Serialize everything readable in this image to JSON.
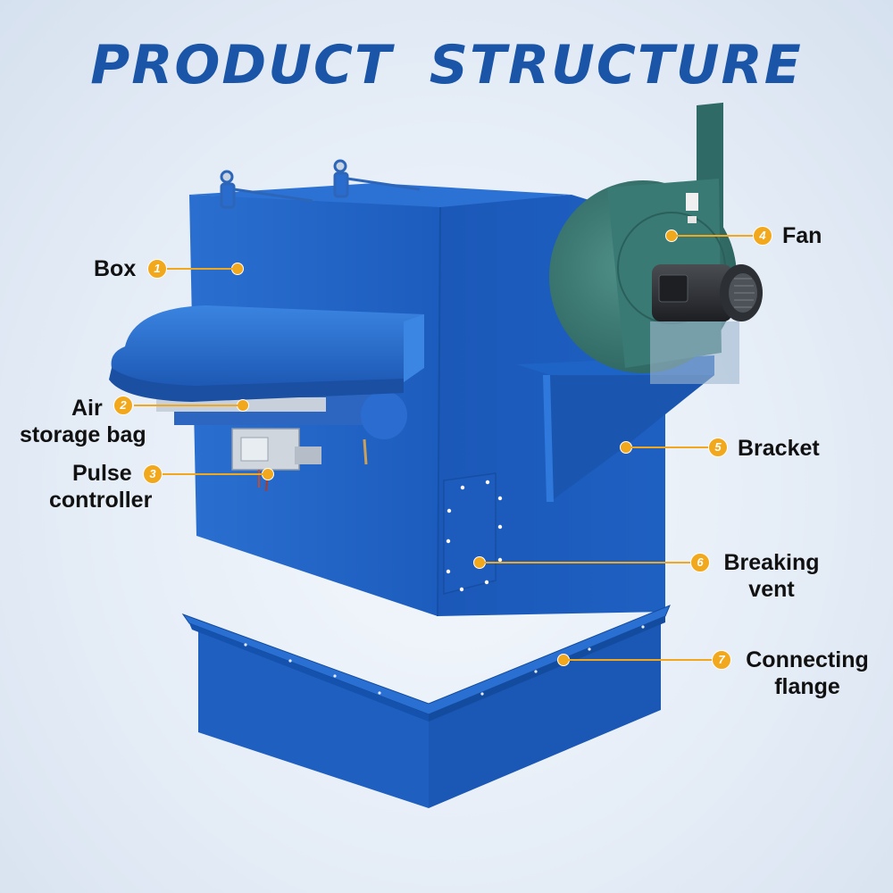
{
  "title": "PRODUCT  STRUCTURE",
  "parts": [
    {
      "number": "1",
      "name": "Box",
      "lines": [
        "Box"
      ]
    },
    {
      "number": "2",
      "name": "Air storage bag",
      "lines": [
        "Air",
        "storage bag"
      ]
    },
    {
      "number": "3",
      "name": "Pulse controller",
      "lines": [
        "Pulse",
        "controller"
      ]
    },
    {
      "number": "4",
      "name": "Fan",
      "lines": [
        "Fan"
      ]
    },
    {
      "number": "5",
      "name": "Bracket",
      "lines": [
        "Bracket"
      ]
    },
    {
      "number": "6",
      "name": "Breaking vent",
      "lines": [
        "Breaking",
        "vent"
      ]
    },
    {
      "number": "7",
      "name": "Connecting flange",
      "lines": [
        "Connecting",
        "flange"
      ]
    }
  ],
  "colors": {
    "title": "#1a55a8",
    "machine_blue": "#1f62c4",
    "fan_green": "#3f7d78",
    "callout_orange": "#f2a81d"
  }
}
